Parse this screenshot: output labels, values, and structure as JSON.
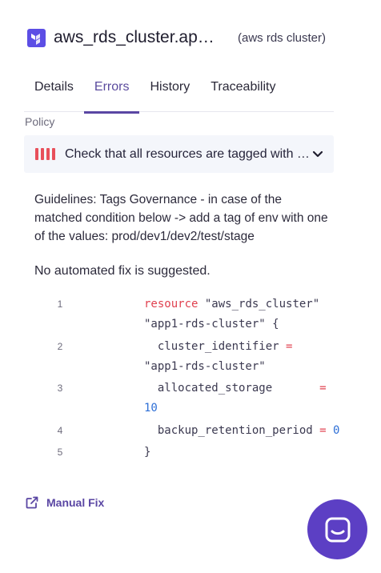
{
  "header": {
    "resource_name": "aws_rds_cluster.ap…",
    "resource_type": "(aws rds cluster)",
    "logo_icon": "terraform-logo-icon"
  },
  "tabs": [
    {
      "label": "Details",
      "active": false
    },
    {
      "label": "Errors",
      "active": true
    },
    {
      "label": "History",
      "active": false
    },
    {
      "label": "Traceability",
      "active": false
    }
  ],
  "policy": {
    "label": "Policy",
    "text": "Check that all resources are tagged with …",
    "severity_icon": "severity-bars-icon",
    "severity_color": "#e8505b",
    "expand_icon": "chevron-down-icon"
  },
  "guidelines": "Guidelines: Tags Governance - in case of the matched condition below -> add a tag of env with one of the values: prod/dev1/dev2/test/stage",
  "no_fix": "No automated fix is suggested.",
  "code": {
    "lines": [
      {
        "num": "1",
        "keyword": "resource",
        "rest": " \"aws_rds_cluster\" \"app1-rds-cluster\" {"
      },
      {
        "num": "2",
        "pre": "  cluster_identifier ",
        "op": "=",
        "rest": " \"app1-rds-cluster\""
      },
      {
        "num": "3",
        "pre": "  allocated_storage       ",
        "op": "=",
        "value": "10"
      },
      {
        "num": "4",
        "pre": "  backup_retention_period ",
        "op": "=",
        "value": "0"
      },
      {
        "num": "5",
        "pre": "}"
      }
    ]
  },
  "manual_fix": {
    "label": "Manual Fix",
    "icon": "external-link-icon"
  },
  "chat": {
    "icon": "chat-icon"
  },
  "colors": {
    "accent": "#5a46a3",
    "logo": "#5c4ee5",
    "chat": "#5c3fc4",
    "keyword": "#e0414f",
    "number": "#2e6fd6"
  }
}
